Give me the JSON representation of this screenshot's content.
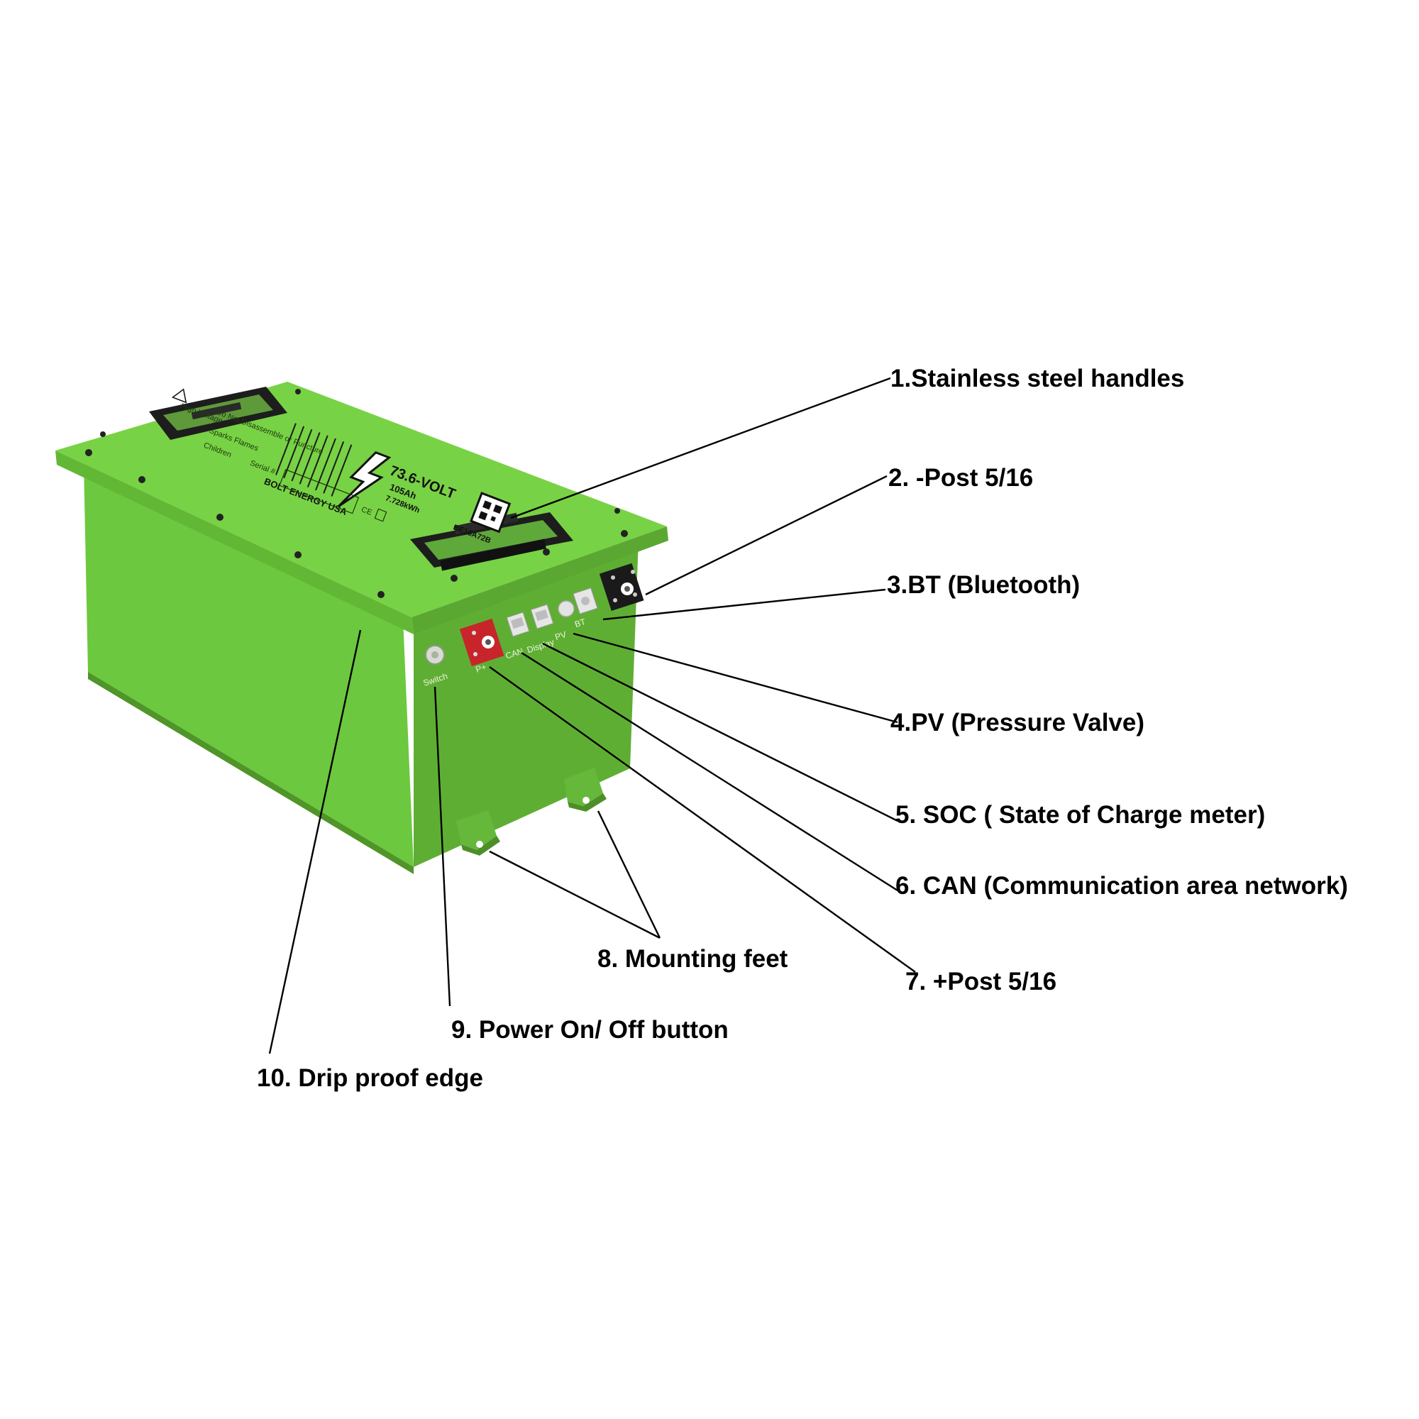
{
  "colors": {
    "body_green": "#6cc83e",
    "lid_green": "#78d245",
    "front_green": "#5fae34",
    "positive_red": "#c8252b",
    "negative_black": "#1a1a1a",
    "text": "#000000"
  },
  "battery": {
    "label_voltage": "73.6-VOLT",
    "label_capacity": "105Ah",
    "label_energy": "7.728kWh",
    "brand": "BOLT ENERGY USA",
    "model_code": "BE16A72B",
    "lid_text_1": "Do Not Disassemble or Puncture",
    "lid_text_2": "Sparks Flames",
    "lid_text_3": "High Voltage",
    "lid_text_4": "Children",
    "lid_text_5": "Serial #",
    "icon_names": [
      "lightning-bolt-icon",
      "qr-code-icon",
      "warning-triangle-icon",
      "ce-mark-icon",
      "recycle-bin-icon"
    ]
  },
  "ports": {
    "switch": "Switch",
    "positive": "P+",
    "can": "CAN",
    "display": "Display",
    "pv": "PV",
    "bt": "BT"
  },
  "callouts": {
    "c1": "1.Stainless steel handles",
    "c2": "2. -Post 5/16",
    "c3": "3.BT (Bluetooth)",
    "c4": "4.PV (Pressure Valve)",
    "c5": "5. SOC ( State of Charge meter)",
    "c6": "6. CAN (Communication area network)",
    "c7": "7. +Post 5/16",
    "c8": "8. Mounting feet",
    "c9": "9. Power On/ Off button",
    "c10": "10. Drip proof edge"
  }
}
